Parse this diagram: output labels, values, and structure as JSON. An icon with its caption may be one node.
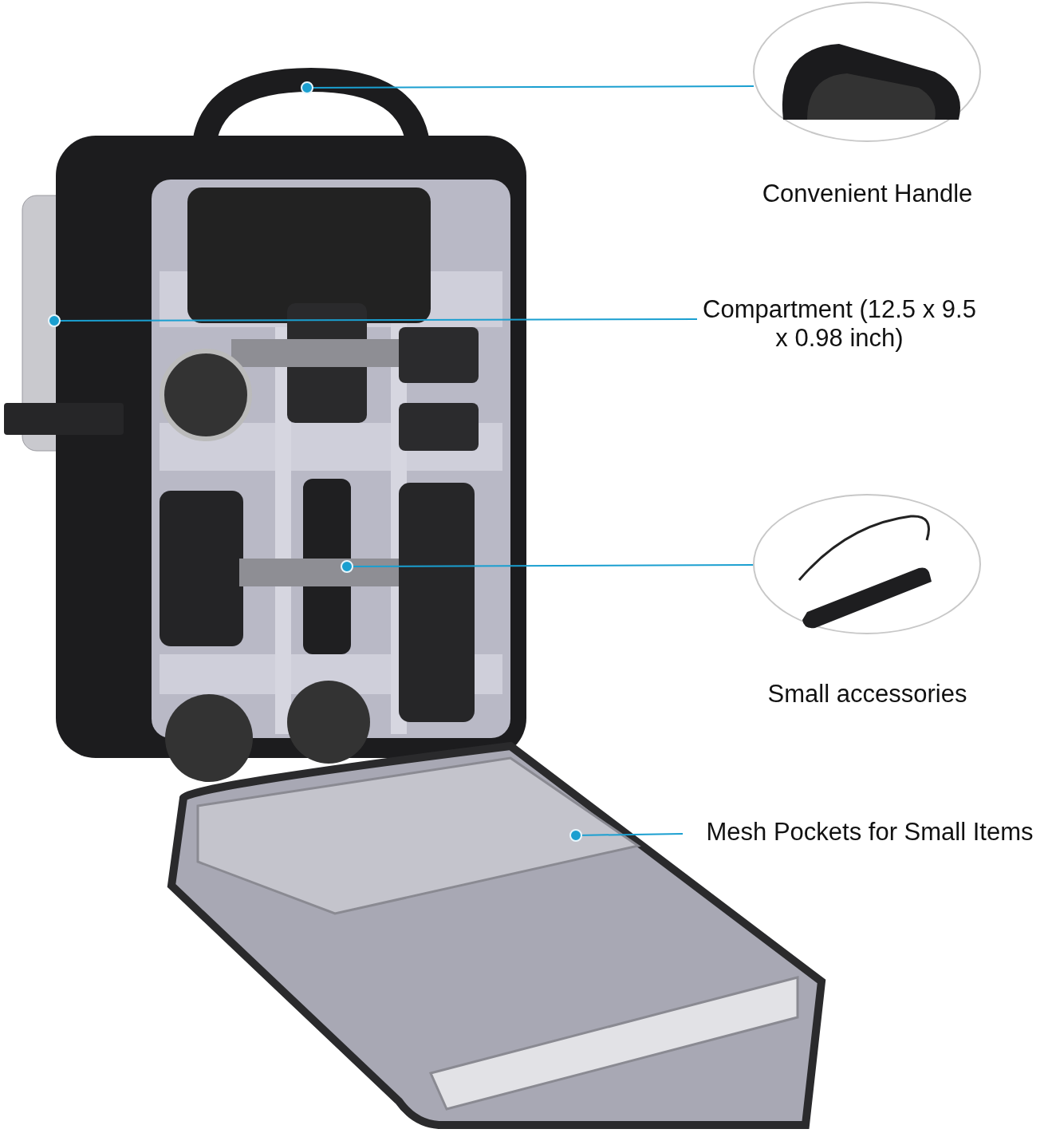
{
  "diagram": {
    "nodes": [
      {
        "text": [
          "Convenient Handle"
        ]
      },
      {
        "text": [],
        "shape": "circle"
      },
      {
        "text": [
          "Compartment (12.5 x 9.5 x 0.98 inch)"
        ]
      },
      {
        "text": [],
        "shape": "circle"
      },
      {
        "text": [
          "Small accessories"
        ]
      },
      {
        "text": [],
        "shape": "circle"
      },
      {
        "text": [
          "Mesh Pockets for Small Items"
        ]
      },
      {
        "text": [],
        "shape": "circle"
      }
    ],
    "edges": [
      {
        "from": 0,
        "to": 1,
        "arrow": "none"
      },
      {
        "from": 2,
        "to": 3,
        "arrow": "none"
      },
      {
        "from": 4,
        "to": 5,
        "arrow": "none"
      },
      {
        "from": 6,
        "to": 7,
        "arrow": "none"
      }
    ]
  }
}
